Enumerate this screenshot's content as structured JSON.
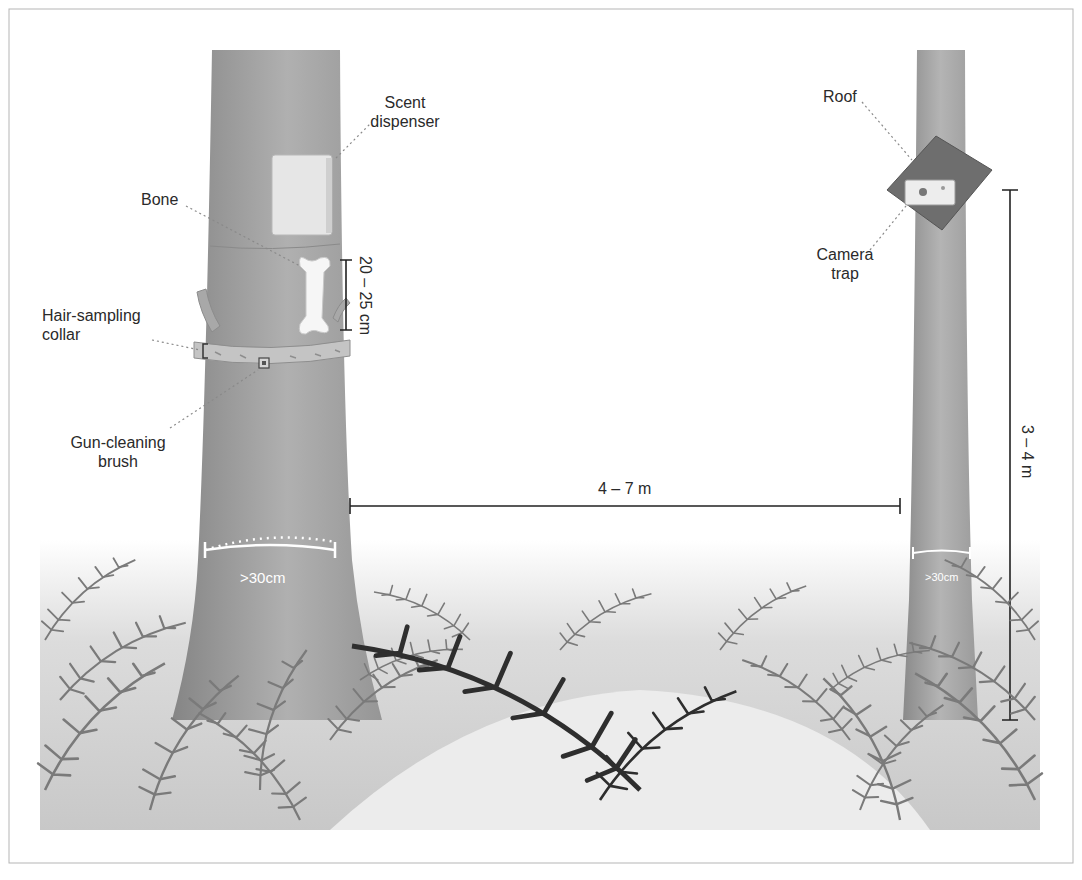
{
  "diagram": {
    "labels": [
      "Scent dispenser",
      "Bone",
      "20 – 25 cm",
      "Hair-sampling collar",
      "Gun-cleaning brush",
      ">30cm",
      "4 – 7 m",
      "Roof",
      "Camera trap",
      ">30cm",
      "3 – 4 m"
    ]
  }
}
